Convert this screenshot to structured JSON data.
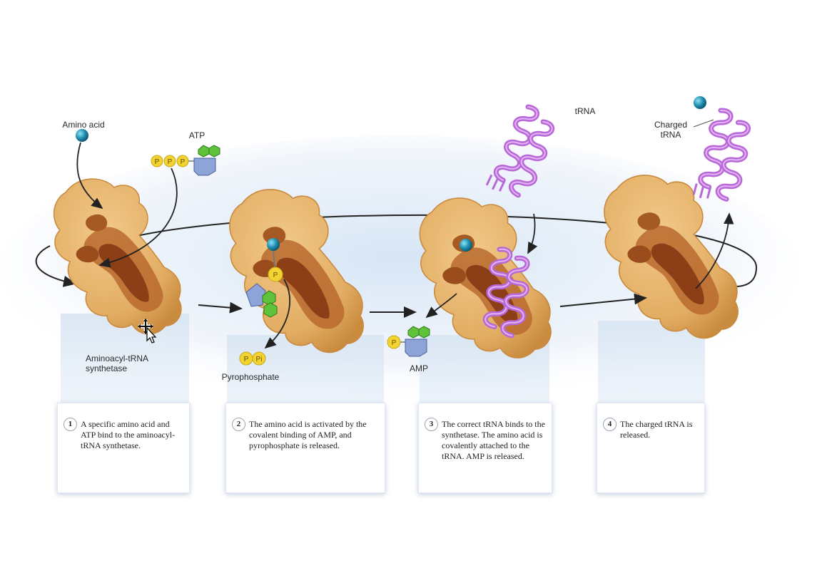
{
  "labels": {
    "amino_acid": "Amino acid",
    "atp": "ATP",
    "trna": "tRNA",
    "charged_trna_line1": "Charged",
    "charged_trna_line2": "tRNA",
    "synthetase_line1": "Aminoacyl-tRNA",
    "synthetase_line2": "synthetase",
    "pyrophosphate": "Pyrophosphate",
    "amp": "AMP",
    "p": "P",
    "pi": "Pi"
  },
  "steps": [
    {
      "number": "1",
      "text": "A specific amino acid and ATP bind to the aminoacyl-tRNA synthetase."
    },
    {
      "number": "2",
      "text": "The amino acid is activated by the covalent binding of AMP, and pyrophosphate is released."
    },
    {
      "number": "3",
      "text": "The correct tRNA binds to the synthetase. The amino acid is covalently attached to the tRNA. AMP is released."
    },
    {
      "number": "4",
      "text": "The charged tRNA is released."
    }
  ],
  "colors": {
    "enzyme": "#e2ad63",
    "enzyme_dark": "#b86a2e",
    "pocket": "#8c3f17",
    "amino_acid": "#1f8fb0",
    "trna": "#b868d8",
    "phosphate": "#f2d332",
    "adenine": "#5ec33a",
    "ribose": "#6f86c4",
    "glow": "#cfe0f2"
  },
  "icons": [
    "mouse-move-cursor-icon"
  ]
}
